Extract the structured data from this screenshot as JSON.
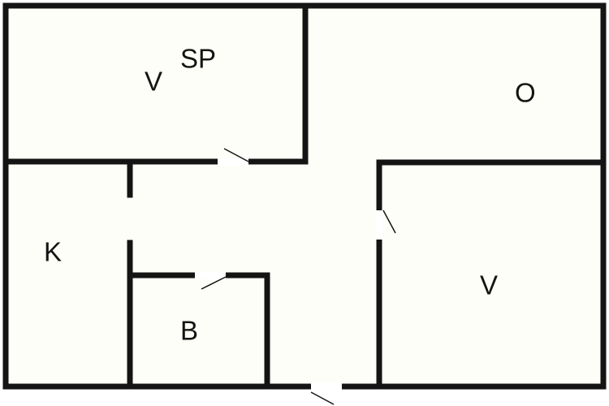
{
  "colors": {
    "wall": "#141414",
    "floor": "#fdfef7",
    "door_opening": "#ffffff",
    "door_leaf": "#141414"
  },
  "labels": {
    "sp": "SP",
    "v_top": "V",
    "o": "O",
    "k": "K",
    "b": "B",
    "v_right": "V"
  }
}
